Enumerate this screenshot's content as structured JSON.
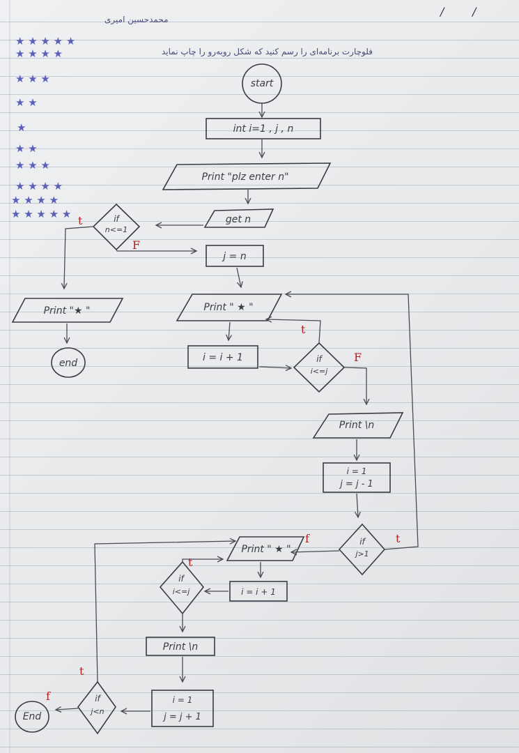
{
  "header": {
    "page_mark_1": "/",
    "page_mark_2": "/",
    "author": "محمدحسین امیری",
    "instruction": "فلوچارت برنامه‌ای را رسم کنید که شکل روبه‌رو را چاپ نماید"
  },
  "star_pattern": [
    "★ ★ ★ ★ ★",
    "★ ★ ★ ★",
    "★ ★ ★",
    "★ ★",
    "★",
    "★ ★",
    "★ ★ ★",
    "★ ★ ★ ★",
    "★ ★ ★ ★ ★"
  ],
  "flowchart": {
    "start": "start",
    "init": "int i=1 , j , n",
    "prompt": "Print \"plz enter n\"",
    "input": "get n",
    "check_n_if": "if",
    "check_n_cond": "n<=1",
    "true_label_1": "t",
    "false_label_1": "F",
    "print_single_star": "Print \"★ \"",
    "end_1": "end",
    "assign_j": "j = n",
    "print_star_1": "Print \" ★ \"",
    "increment_i_1": "i = i + 1",
    "check_i_if_1": "if",
    "check_i_cond_1": "i<=j",
    "true_label_2": "t",
    "false_label_2": "F",
    "print_newline_1": "Print \\n",
    "reset_i_1": "i = 1",
    "decrement_j": "j = j - 1",
    "check_j_if": "if",
    "check_j_cond": "j>1",
    "true_label_3": "t",
    "false_label_3": "f",
    "print_star_2": "Print \" ★ \"",
    "check_i_if_2": "if",
    "check_i_cond_2": "i<=j",
    "true_label_4": "t",
    "increment_i_2": "i = i + 1",
    "print_newline_2": "Print \\n",
    "reset_i_2": "i = 1",
    "increment_j": "j = j + 1",
    "check_jn_if": "if",
    "check_jn_cond": "j<n",
    "true_label_5": "t",
    "false_label_5": "f",
    "end_2": "End"
  }
}
